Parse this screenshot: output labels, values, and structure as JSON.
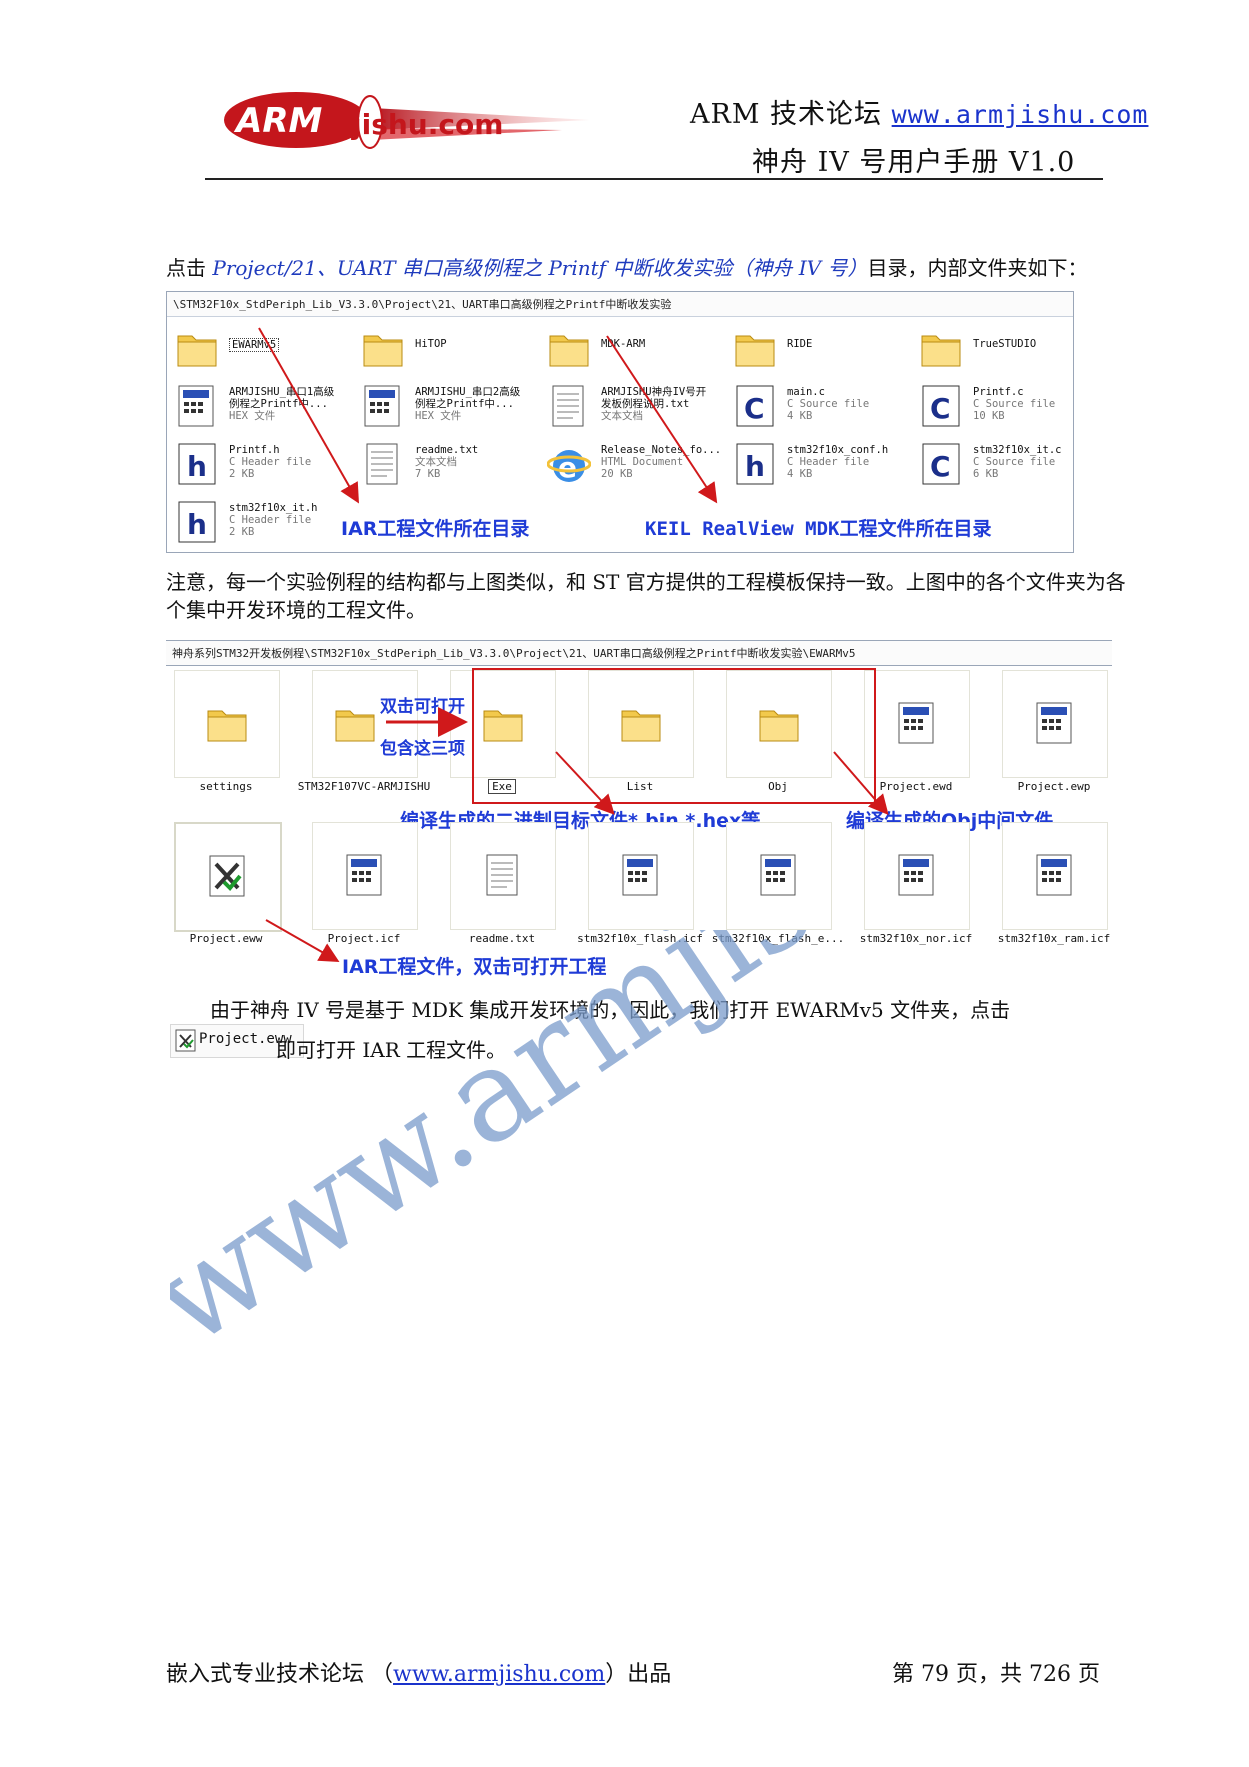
{
  "header": {
    "logo_text": "ARMjishu.com",
    "site_prefix": "ARM 技术论坛 ",
    "site_url": "www.armjishu.com",
    "doc_title": "神舟 IV 号用户手册  V1.0"
  },
  "intro": {
    "lead": "点击 ",
    "path": "Project/21、UART 串口高级例程之 Printf 中断收发实验（神舟 IV 号）",
    "tail": "目录，内部文件夹如下："
  },
  "shot1": {
    "address": "\\STM32F10x_StdPeriph_Lib_V3.3.0\\Project\\21、UART串口高级例程之Printf中断收发实验",
    "folders": [
      "EWARMv5",
      "HiTOP",
      "MDK-ARM",
      "RIDE",
      "TrueSTUDIO"
    ],
    "files": [
      {
        "name": "ARMJISHU_串口1高级",
        "name2": "例程之Printf中...",
        "type": "HEX 文件",
        "size": ""
      },
      {
        "name": "ARMJISHU_串口2高级",
        "name2": "例程之Printf中...",
        "type": "HEX 文件",
        "size": ""
      },
      {
        "name": "ARMJISHU神舟IV号开",
        "name2": "发板例程说明.txt",
        "type": "文本文档",
        "size": ""
      },
      {
        "name": "main.c",
        "name2": "",
        "type": "C Source file",
        "size": "4 KB"
      },
      {
        "name": "Printf.c",
        "name2": "",
        "type": "C Source file",
        "size": "10 KB"
      },
      {
        "name": "Printf.h",
        "name2": "",
        "type": "C Header file",
        "size": "2 KB"
      },
      {
        "name": "readme.txt",
        "name2": "",
        "type": "文本文档",
        "size": "7 KB"
      },
      {
        "name": "Release_Notes_fo...",
        "name2": "",
        "type": "HTML Document",
        "size": "20 KB"
      },
      {
        "name": "stm32f10x_conf.h",
        "name2": "",
        "type": "C Header file",
        "size": "4 KB"
      },
      {
        "name": "stm32f10x_it.c",
        "name2": "",
        "type": "C Source file",
        "size": "6 KB"
      },
      {
        "name": "stm32f10x_it.h",
        "name2": "",
        "type": "C Header file",
        "size": "2 KB"
      }
    ],
    "annotations": {
      "iar": "IAR工程文件所在目录",
      "keil": "KEIL RealView MDK工程文件所在目录"
    }
  },
  "note1": "注意，每一个实验例程的结构都与上图类似，和 ST 官方提供的工程模板保持一致。上图中的各个文件夹为各个集中开发环境的工程文件。",
  "shot2": {
    "address": "神舟系列STM32开发板例程\\STM32F10x_StdPeriph_Lib_V3.3.0\\Project\\21、UART串口高级例程之Printf中断收发实验\\EWARMv5",
    "row1": [
      "settings",
      "STM32F107VC-ARMJISHU",
      "Exe",
      "List",
      "Obj",
      "Project.ewd",
      "Project.ewp"
    ],
    "row2": [
      "Project.eww",
      "Project.icf",
      "readme.txt",
      "stm32f10x_flash.icf",
      "stm32f10x_flash_e...",
      "stm32f10x_nor.icf",
      "stm32f10x_ram.icf"
    ],
    "annotations": {
      "dblclick": "双击可打开",
      "contains": "包含这三项",
      "bin": "编译生成的二进制目标文件*.bin *.hex等",
      "obj": "编译生成的Obj中间文件",
      "iar_proj": "IAR工程文件，双击可打开工程"
    }
  },
  "para2": {
    "line1": "由于神舟 IV 号是基于 MDK 集成开发环境的，因此，我们打开 EWARMv5 文件夹，点击",
    "inline_file": "Project.eww",
    "line2": "即可打开 IAR 工程文件。"
  },
  "footer": {
    "left_prefix": "嵌入式专业技术论坛  （",
    "left_url": "www.armjishu.com",
    "left_suffix": "）出品",
    "right": "第 79 页，共 726 页"
  },
  "watermark": "www.armjishu.com",
  "colors": {
    "link": "#1a33cc",
    "annotation": "#1f3bd6",
    "arrow": "#d0191b",
    "watermark": "#7a9ccc"
  }
}
